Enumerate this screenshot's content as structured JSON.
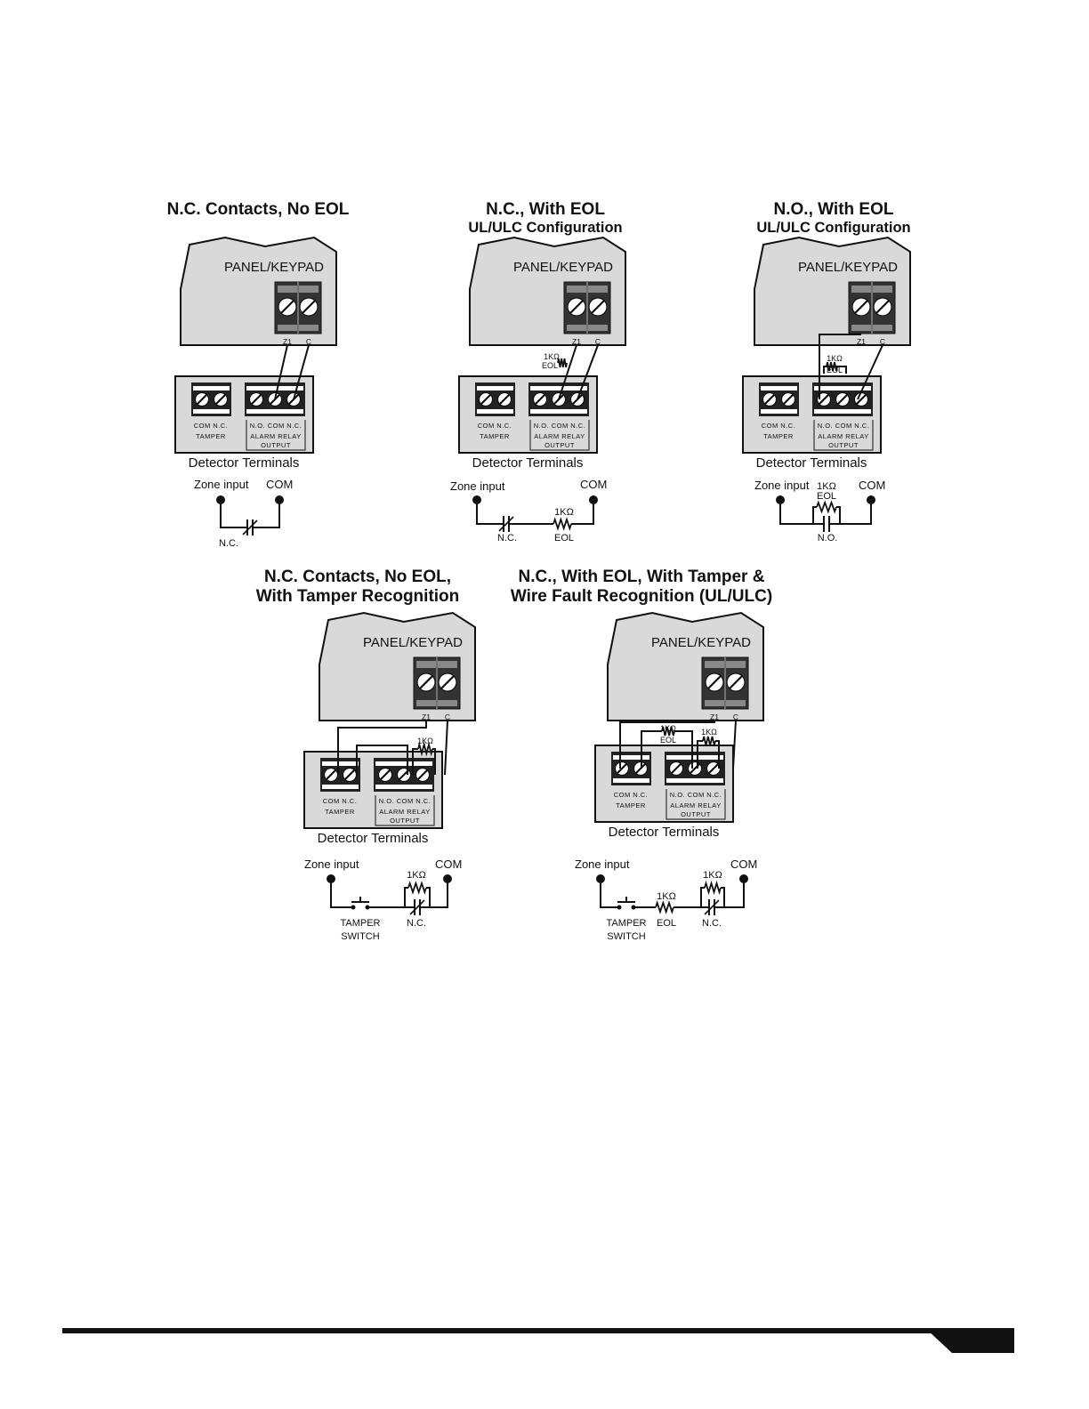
{
  "labels": {
    "panel": "PANEL/KEYPAD",
    "detector_terminals": "Detector Terminals",
    "z1": "Z1",
    "c": "C",
    "com_nc": "COM  N.C.",
    "tamper": "TAMPER",
    "no_com_nc": "N.O. COM N.C.",
    "alarm_relay": "ALARM RELAY",
    "output": "OUTPUT",
    "zone_input": "Zone input",
    "com": "COM",
    "nc": "N.C.",
    "no": "N.O.",
    "eol": "EOL",
    "one_k": "1KΩ",
    "tamper_switch_1": "TAMPER",
    "tamper_switch_2": "SWITCH"
  },
  "diagrams": [
    {
      "title": "N.C. Contacts,  No EOL",
      "subtitle": ""
    },
    {
      "title": "N.C., With EOL",
      "subtitle": "UL/ULC Configuration"
    },
    {
      "title": "N.O., With EOL",
      "subtitle": "UL/ULC Configuration"
    },
    {
      "title": "N.C. Contacts, No EOL,",
      "subtitle": "With Tamper Recognition"
    },
    {
      "title": "N.C., With EOL, With Tamper &",
      "subtitle": "Wire Fault Recognition (UL/ULC)"
    }
  ]
}
